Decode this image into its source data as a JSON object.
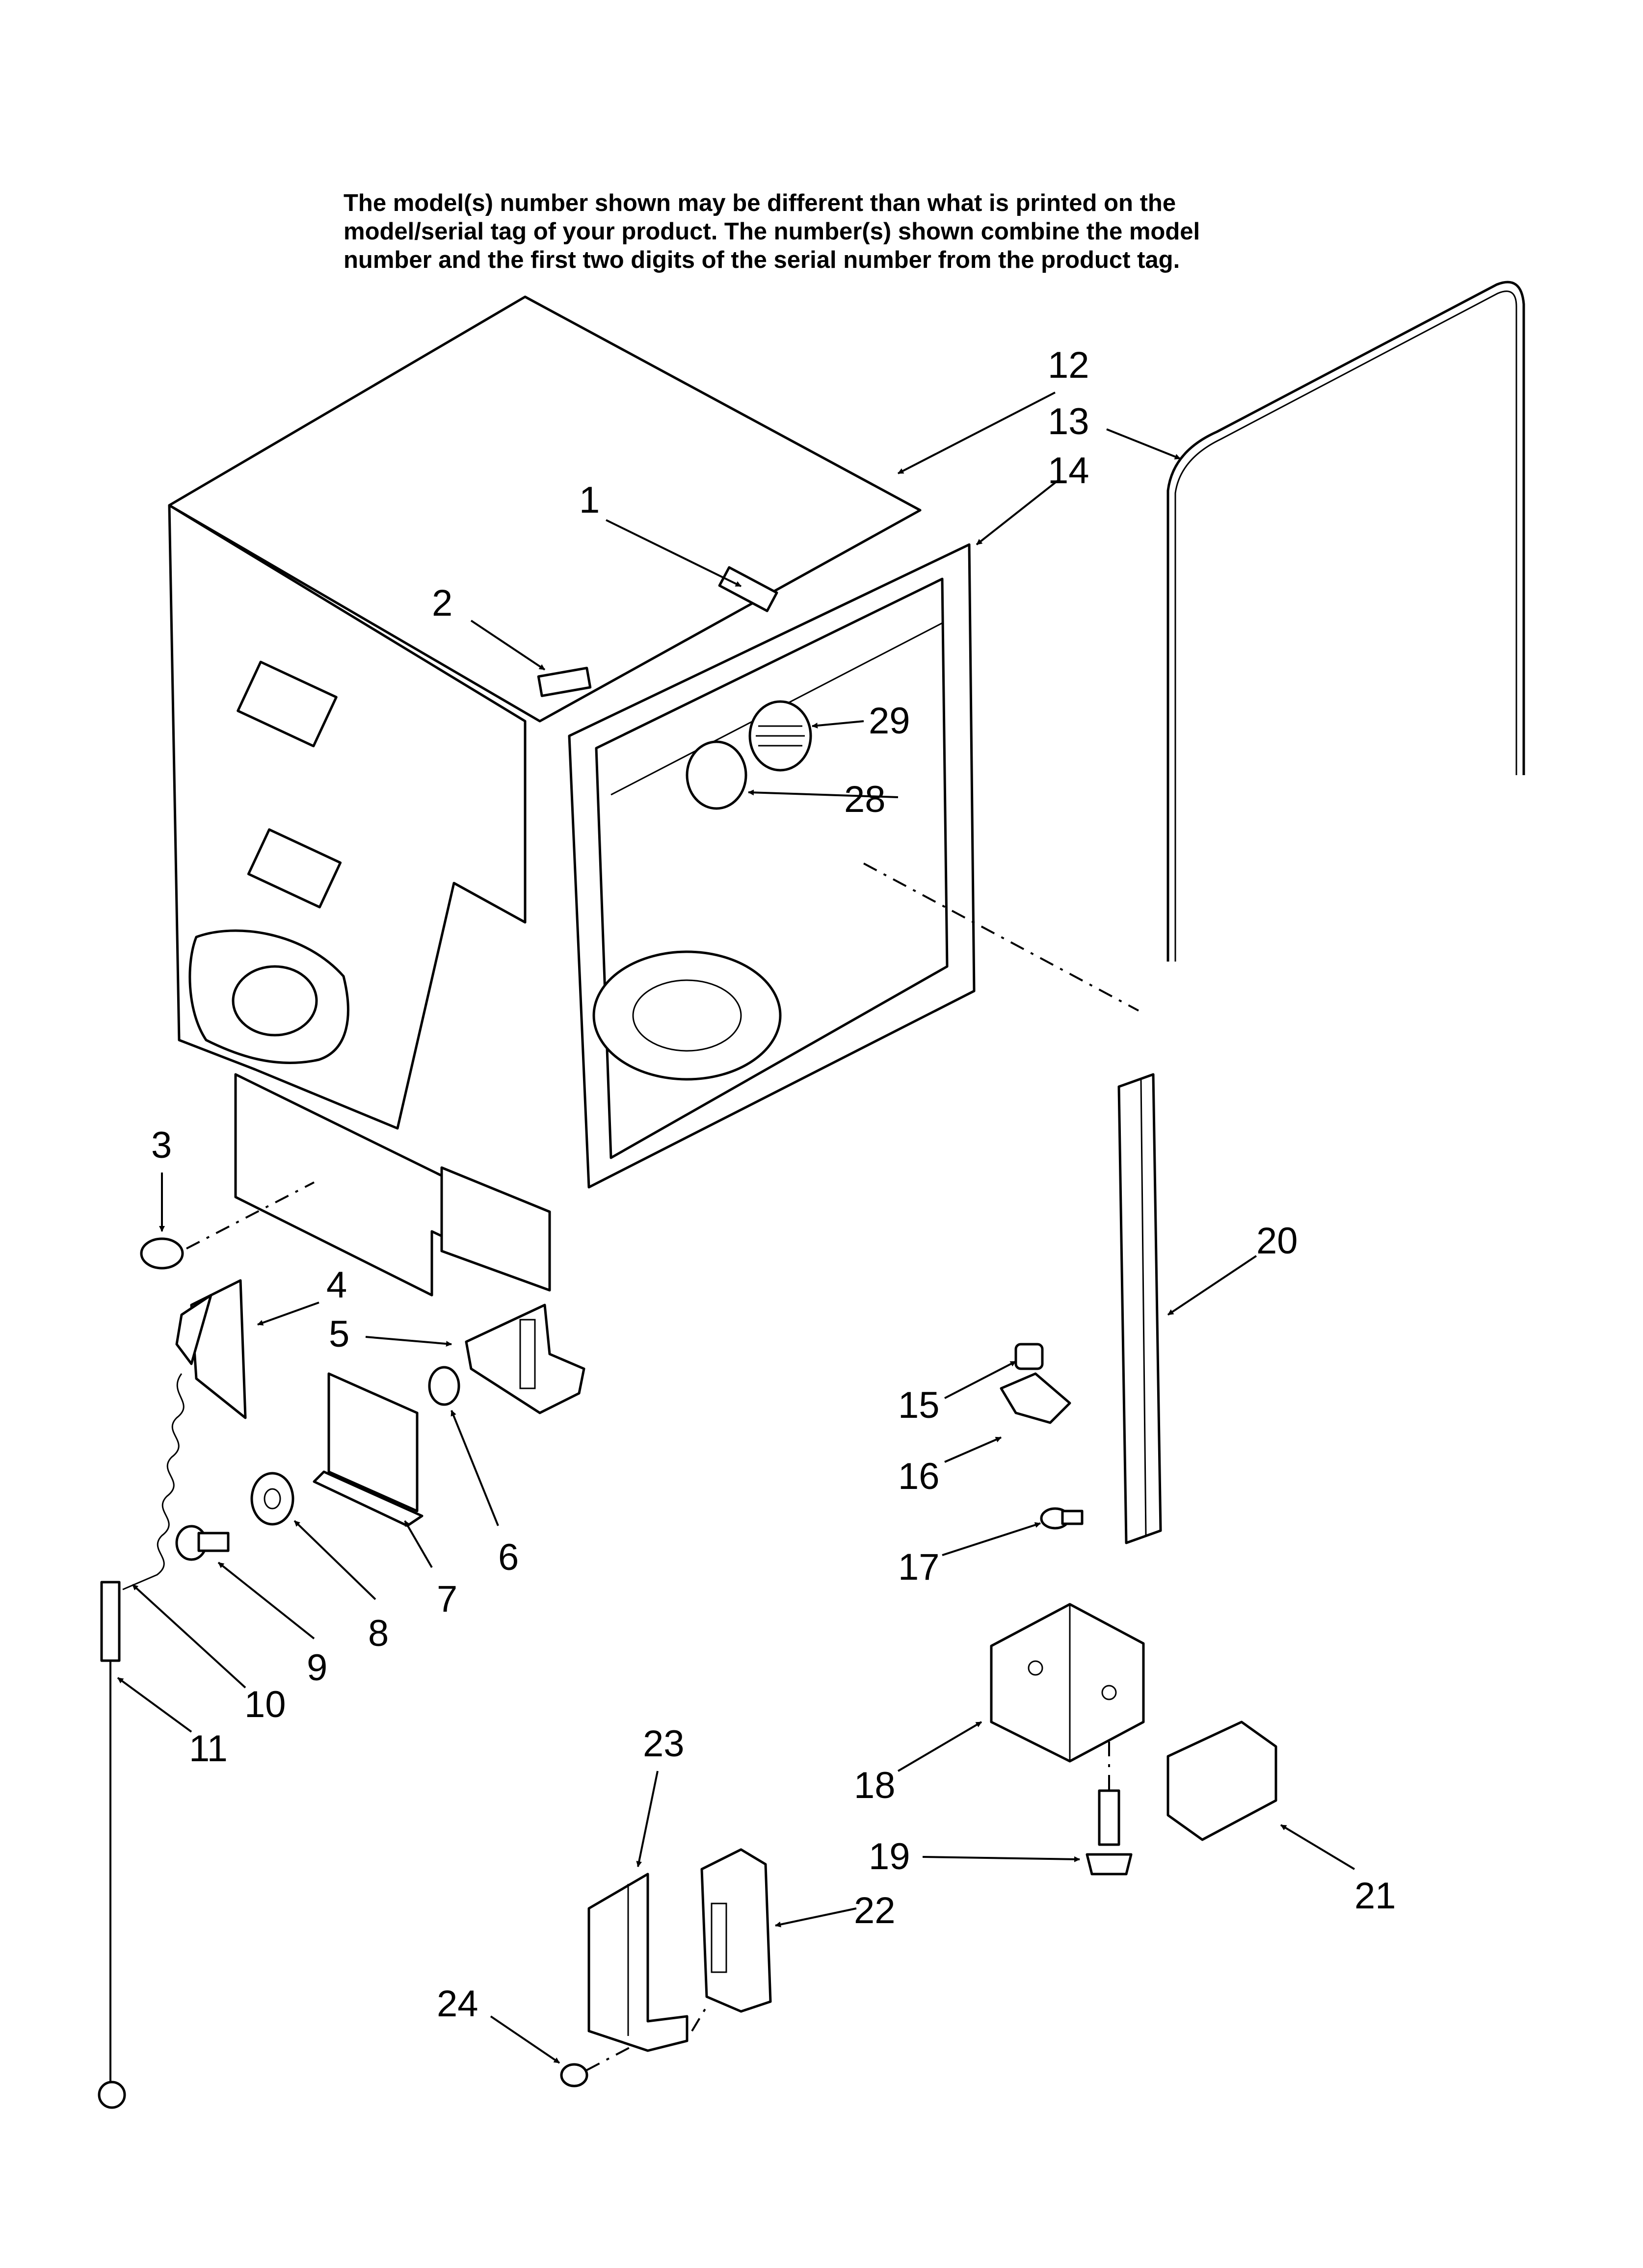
{
  "note": {
    "line1": "The model(s) number shown may be different than what is printed on the",
    "line2": "model/serial tag of your product. The number(s) shown combine the model",
    "line3": "number and the first two digits of the serial number from the product tag."
  },
  "callouts": {
    "c1": "1",
    "c2": "2",
    "c3": "3",
    "c4": "4",
    "c5": "5",
    "c6": "6",
    "c7": "7",
    "c8": "8",
    "c9": "9",
    "c10": "10",
    "c11": "11",
    "c12": "12",
    "c13": "13",
    "c14": "14",
    "c15": "15",
    "c16": "16",
    "c17": "17",
    "c18": "18",
    "c19": "19",
    "c20": "20",
    "c21": "21",
    "c22": "22",
    "c23": "23",
    "c24": "24",
    "c28": "28",
    "c29": "29"
  }
}
